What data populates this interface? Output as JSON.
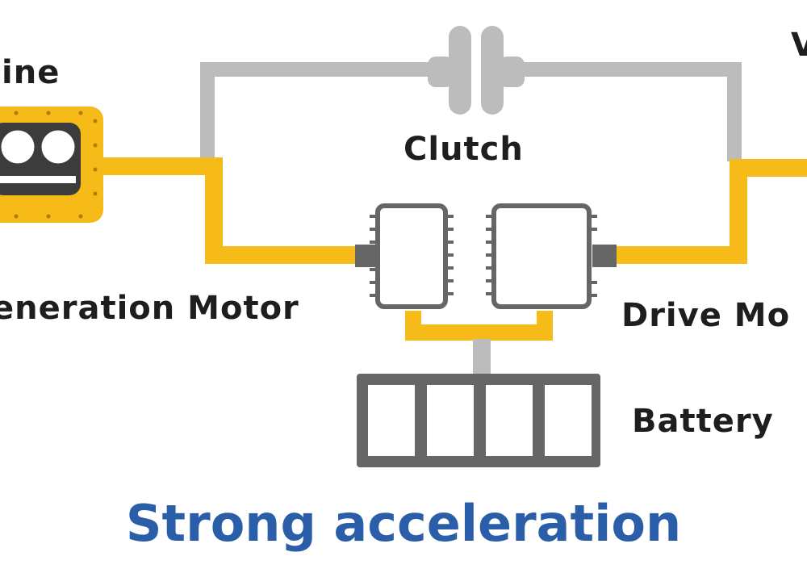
{
  "labels": {
    "engine": "ine",
    "clutch": "Clutch",
    "generation_motor": "eneration Motor",
    "drive_motor": "Drive Mo",
    "battery": "Battery",
    "wheel_partial": "V"
  },
  "caption": "Strong acceleration",
  "colors": {
    "power_flow": "#f7bb19",
    "inactive_path": "#bcbcbc",
    "component_outline": "#666666",
    "engine_body": "#f7bb19",
    "caption": "#2b5ea9"
  }
}
